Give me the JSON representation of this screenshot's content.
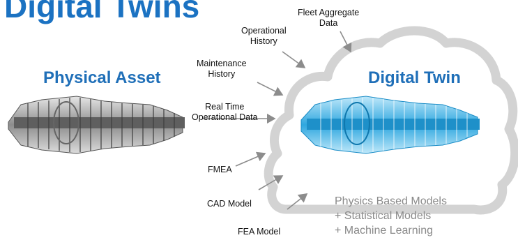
{
  "title": "Digital Twins",
  "physical_asset": {
    "label": "Physical Asset"
  },
  "digital_twin": {
    "label": "Digital Twin"
  },
  "inputs": [
    {
      "lines": [
        "Fleet Aggregate",
        "Data"
      ]
    },
    {
      "lines": [
        "Operational",
        "History"
      ]
    },
    {
      "lines": [
        "Maintenance",
        "History"
      ]
    },
    {
      "lines": [
        "Real Time",
        "Operational Data"
      ]
    },
    {
      "lines": [
        "FMEA"
      ]
    },
    {
      "lines": [
        "CAD Model"
      ]
    },
    {
      "lines": [
        "FEA Model"
      ]
    }
  ],
  "models": [
    "Physics Based Models",
    "+ Statistical Models",
    "+ Machine Learning"
  ],
  "colors": {
    "title": "#1b72c2",
    "labels": "#1f6fb8",
    "cloud": "#d3d3d3",
    "twin_engine": "#3fb4e6",
    "arrows": "#8c8c8c"
  }
}
